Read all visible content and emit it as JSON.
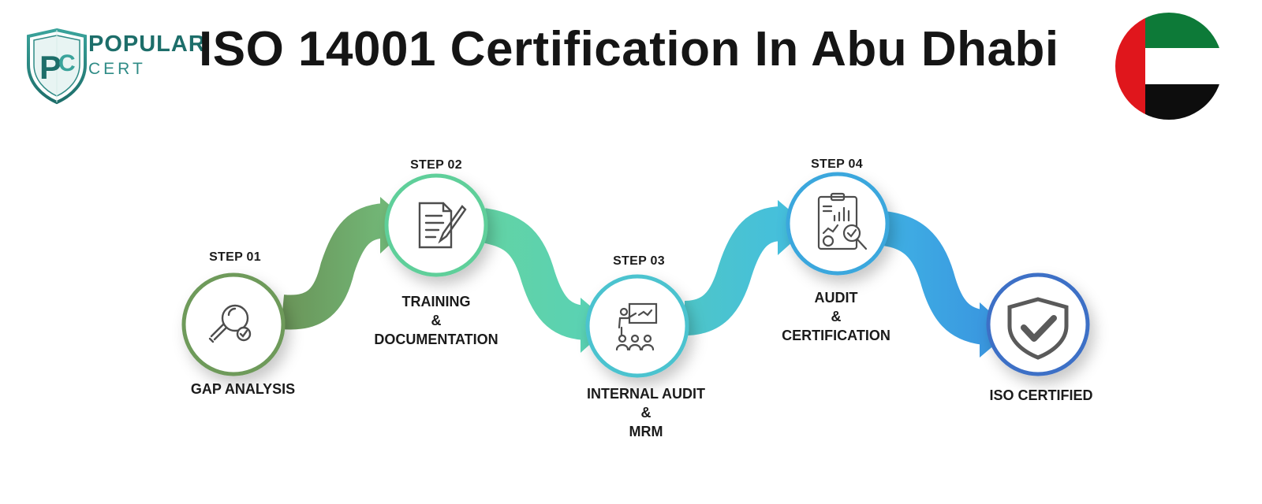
{
  "logo": {
    "line1": "POPULAR",
    "line2": "CERT",
    "monogram": "PC"
  },
  "title": "ISO 14001 Certification In Abu Dhabi",
  "flag": {
    "colors": {
      "red": "#e0151a",
      "green": "#0f7a37",
      "white": "#ffffff",
      "black": "#111111"
    }
  },
  "steps": [
    {
      "number": "STEP 01",
      "name": [
        "GAP ANALYSIS"
      ],
      "icon": "magnifier-check-icon",
      "color": "#6e9a5a"
    },
    {
      "number": "STEP 02",
      "name": [
        "TRAINING",
        "&",
        "DOCUMENTATION"
      ],
      "icon": "document-pencil-icon",
      "color": "#5fcf9a"
    },
    {
      "number": "STEP 03",
      "name": [
        "INTERNAL AUDIT",
        "&",
        "MRM"
      ],
      "icon": "presentation-audience-icon",
      "color": "#4cc3cf"
    },
    {
      "number": "STEP 04",
      "name": [
        "AUDIT",
        "&",
        "CERTIFICATION"
      ],
      "icon": "report-analysis-icon",
      "color": "#3aa7dd"
    },
    {
      "number": "",
      "name": [
        "ISO CERTIFIED"
      ],
      "icon": "shield-check-icon",
      "color": "#3d6fc6"
    }
  ]
}
